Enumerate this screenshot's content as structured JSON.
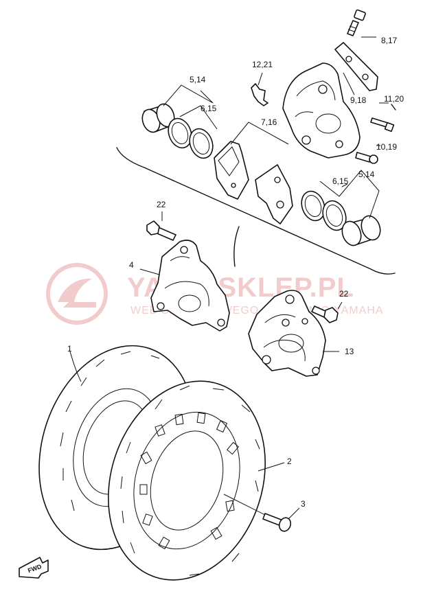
{
  "callouts": {
    "c1": "1",
    "c2": "2",
    "c3": "3",
    "c4": "4",
    "c13": "13",
    "c22a": "22",
    "c22b": "22",
    "c8_17": "8,17",
    "c9_18": "9,18",
    "c12_21": "12,21",
    "c11_20": "11,20",
    "c10_19": "10,19",
    "c7_16": "7,16",
    "c5_14a": "5,14",
    "c6_15a": "6,15",
    "c5_14b": "5,14",
    "c6_15b": "6,15"
  },
  "watermark": {
    "main": "YAMA-SKLEP.PL",
    "sub": "WEB SKLEP NOWEGO I OSTATNIO YAMAHA"
  },
  "fwd_label": "FWD",
  "colors": {
    "line": "#111111",
    "watermark": "#e8a3a3"
  }
}
